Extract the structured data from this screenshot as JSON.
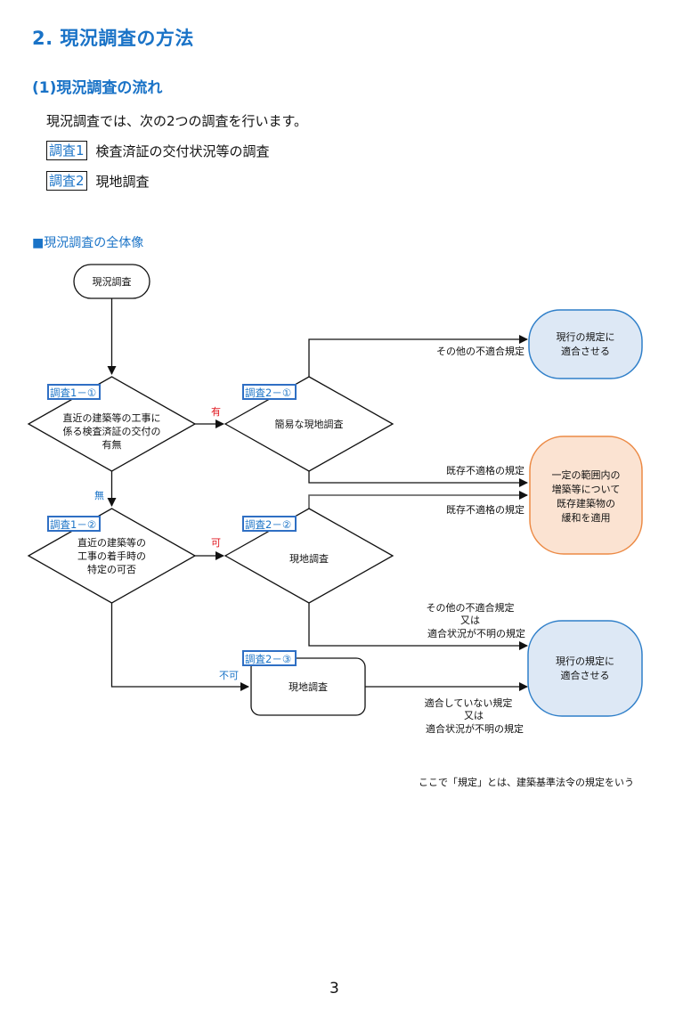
{
  "heading": "2. 現況調査の方法",
  "subheading": "(1)現況調査の流れ",
  "intro": "現況調査では、次の2つの調査を行います。",
  "surveys": [
    {
      "tag": "調査1",
      "label": "検査済証の交付状況等の調査"
    },
    {
      "tag": "調査2",
      "label": "現地調査"
    }
  ],
  "section_title": "■現況調査の全体像",
  "flow": {
    "start": "現況調査",
    "decision_1_1": {
      "tag": "調査1－①",
      "lines": [
        "直近の建築等の工事に",
        "係る検査済証の交付の",
        "有無"
      ]
    },
    "decision_2_1": {
      "tag": "調査2－①",
      "lines": [
        "簡易な現地調査"
      ]
    },
    "decision_1_2": {
      "tag": "調査1－②",
      "lines": [
        "直近の建築等の",
        "工事の着手時の",
        "特定の可否"
      ]
    },
    "decision_2_2": {
      "tag": "調査2－②",
      "lines": [
        "現地調査"
      ]
    },
    "process_2_3": {
      "tag": "調査2－③",
      "label": "現地調査"
    },
    "terminal_comply_1": {
      "lines": [
        "現行の規定に",
        "適合させる"
      ]
    },
    "terminal_relax": {
      "lines": [
        "一定の範囲内の",
        "増築等について",
        "既存建築物の",
        "緩和を適用"
      ]
    },
    "terminal_comply_2": {
      "lines": [
        "現行の規定に",
        "適合させる"
      ]
    },
    "edge_yes": "有",
    "edge_no": "無",
    "edge_possible": "可",
    "edge_impossible": "不可",
    "edge_other_nonconform": "その他の不適合規定",
    "edge_existing_1": "既存不適格の規定",
    "edge_existing_2": "既存不適格の規定",
    "edge_other_or_unknown": [
      "その他の不適合規定",
      "又は",
      "適合状況が不明の規定"
    ],
    "edge_nonconform_or_unknown": [
      "適合していない規定",
      "又は",
      "適合状況が不明の規定"
    ]
  },
  "note": "ここで「規定」とは、建築基準法令の規定をいう",
  "page_number": "3",
  "colors": {
    "accent": "#1a73c7",
    "comply_fill": "#dde8f5",
    "comply_stroke": "#2f7fc9",
    "relax_fill": "#fbe3d2",
    "relax_stroke": "#ec8a45",
    "yes_red": "#e0141c"
  }
}
